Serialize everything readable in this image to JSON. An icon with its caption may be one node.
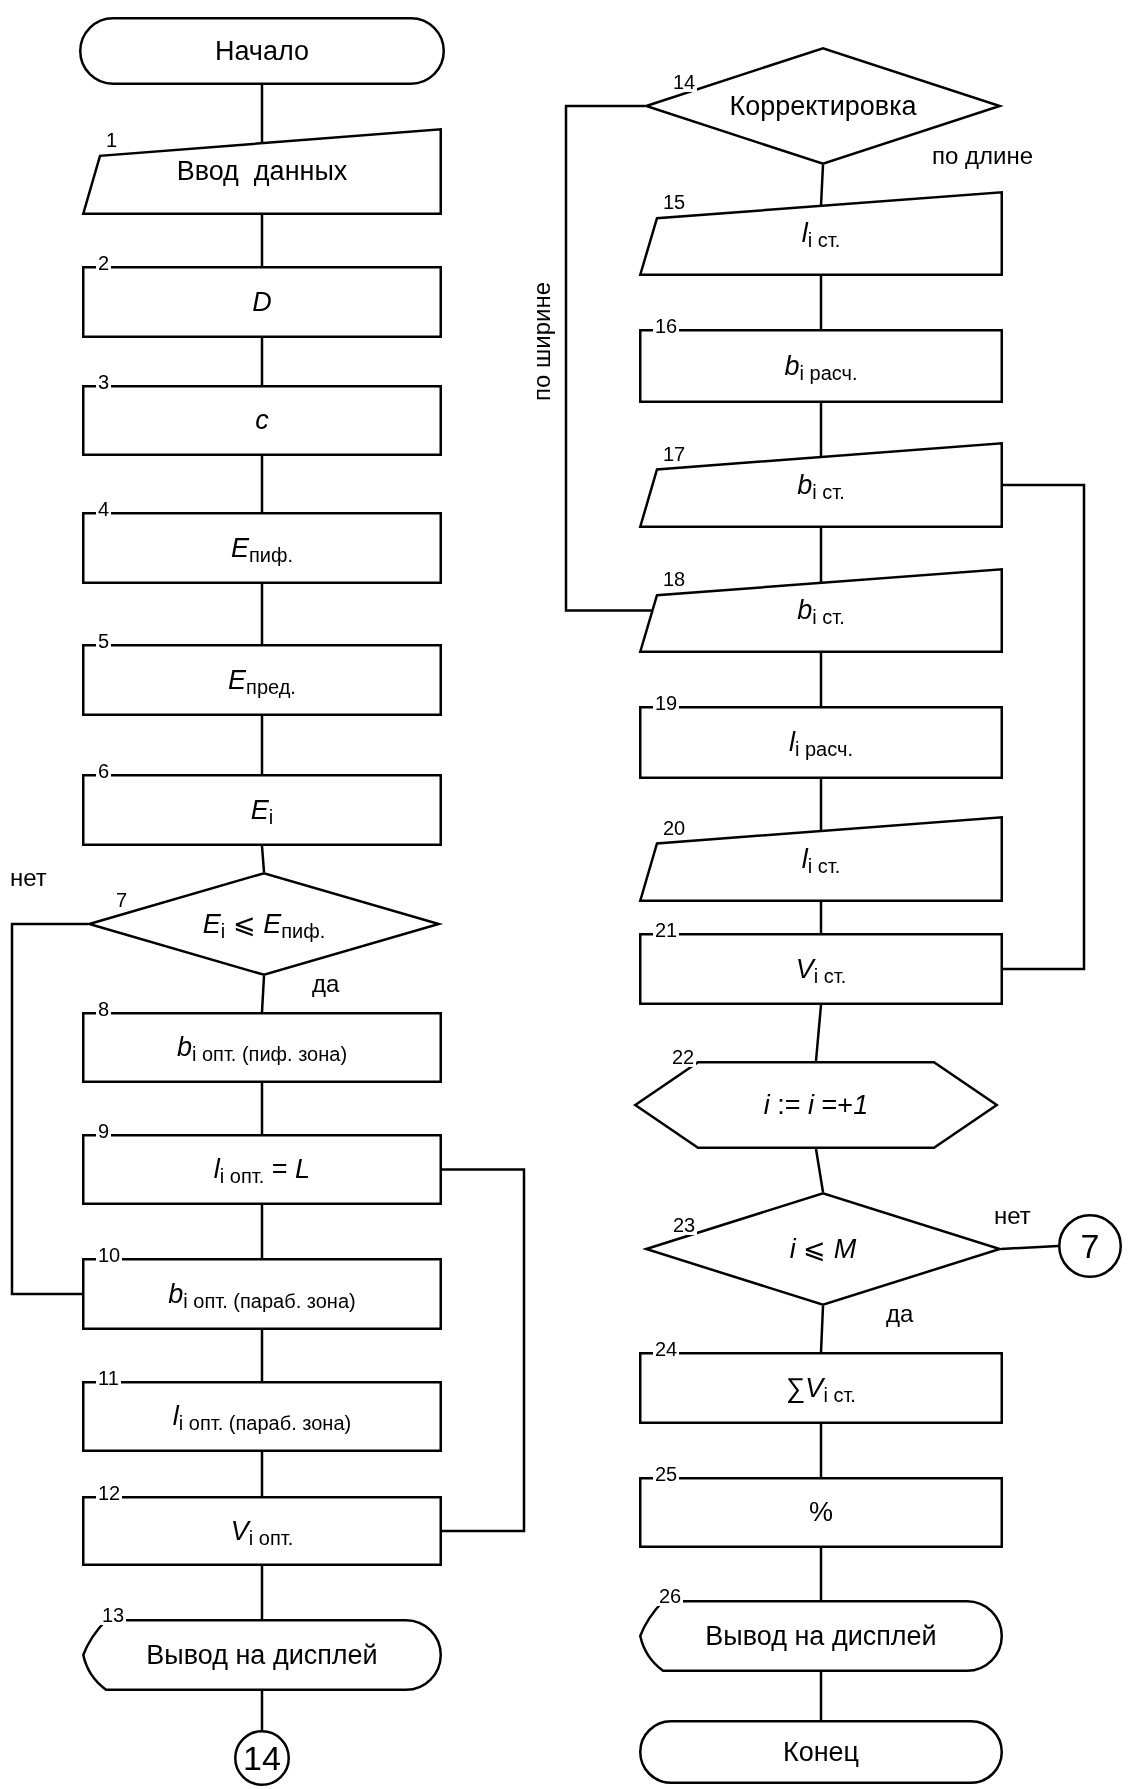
{
  "diagram": {
    "nodes": [
      {
        "text": [
          "Начало"
        ]
      },
      {
        "text": [
          "Ввод  данных"
        ],
        "beside": [
          "1"
        ]
      },
      {
        "text": [
          "*D*"
        ],
        "beside": [
          "2"
        ]
      },
      {
        "text": [
          "*c*"
        ],
        "beside": [
          "3"
        ]
      },
      {
        "text": [
          "*E*$_{пиф.}$"
        ],
        "beside": [
          "4"
        ]
      },
      {
        "text": [
          "*E*$_{пред.}$"
        ],
        "beside": [
          "5"
        ]
      },
      {
        "text": [
          "*E*$_{i}$"
        ],
        "beside": [
          "6"
        ]
      },
      {
        "text": [
          "*E*$_{i}$ ⩽ *E*$_{пиф.}$"
        ],
        "beside": [
          "7"
        ]
      },
      {
        "text": [
          "*b*$_{i опт. (пиф. зона)}$"
        ],
        "beside": [
          "8"
        ]
      },
      {
        "text": [
          "*l*$_{i опт.}$ = *L*"
        ],
        "beside": [
          "9"
        ]
      },
      {
        "text": [
          "*b*$_{i опт. (параб. зона)}$"
        ],
        "beside": [
          "10"
        ]
      },
      {
        "text": [
          "*l*$_{i опт. (параб. зона)}$"
        ],
        "beside": [
          "11"
        ]
      },
      {
        "text": [
          "*V*$_{i опт.}$"
        ],
        "beside": [
          "12"
        ]
      },
      {
        "text": [
          "Вывод на дисплей"
        ],
        "beside": [
          "13"
        ]
      },
      {
        "text": [
          "14"
        ]
      },
      {
        "text": [
          "Корректировка"
        ],
        "beside": [
          "14"
        ]
      },
      {
        "text": [
          "*l*$_{i ст.}$"
        ],
        "beside": [
          "15"
        ]
      },
      {
        "text": [
          "*b*$_{i расч.}$"
        ],
        "beside": [
          "16"
        ]
      },
      {
        "text": [
          "*b*$_{i ст.}$"
        ],
        "beside": [
          "17"
        ]
      },
      {
        "text": [
          "*b*$_{i ст.}$"
        ],
        "beside": [
          "18"
        ]
      },
      {
        "text": [
          "*l*$_{i расч.}$"
        ],
        "beside": [
          "19"
        ]
      },
      {
        "text": [
          "*l*$_{i ст.}$"
        ],
        "beside": [
          "20"
        ]
      },
      {
        "text": [
          "*V*$_{i ст.}$"
        ],
        "beside": [
          "21"
        ]
      },
      {
        "text": [
          "*i* := *i* =+*1*"
        ],
        "beside": [
          "22"
        ]
      },
      {
        "text": [
          "*i* ⩽ *M*"
        ],
        "beside": [
          "23"
        ]
      },
      {
        "text": [
          "7"
        ]
      },
      {
        "text": [
          "∑*V*$_{i ст.}$"
        ],
        "beside": [
          "24"
        ]
      },
      {
        "text": [
          "%"
        ],
        "beside": [
          "25"
        ]
      },
      {
        "text": [
          "Вывод на дисплей"
        ],
        "beside": [
          "26"
        ]
      },
      {
        "text": [
          "Конец"
        ]
      }
    ],
    "edges": [
      {
        "from": 0,
        "to": 1,
        "arrow": "none"
      },
      {
        "from": 1,
        "to": 2,
        "arrow": "none"
      },
      {
        "from": 2,
        "to": 3,
        "arrow": "none"
      },
      {
        "from": 3,
        "to": 4,
        "arrow": "none"
      },
      {
        "from": 4,
        "to": 5,
        "arrow": "none"
      },
      {
        "from": 5,
        "to": 6,
        "arrow": "none"
      },
      {
        "from": 6,
        "to": 7,
        "arrow": "none"
      },
      {
        "from": 7,
        "to": 8,
        "arrow": "none",
        "label": "да"
      },
      {
        "from": 7,
        "to": 10,
        "arrow": "none",
        "label": "нет"
      },
      {
        "from": 8,
        "to": 9,
        "arrow": "none"
      },
      {
        "from": 9,
        "to": 10,
        "arrow": "none"
      },
      {
        "from": 9,
        "to": 12,
        "arrow": "none"
      },
      {
        "from": 10,
        "to": 11,
        "arrow": "none"
      },
      {
        "from": 11,
        "to": 12,
        "arrow": "none"
      },
      {
        "from": 12,
        "to": 13,
        "arrow": "none"
      },
      {
        "from": 13,
        "to": 14,
        "arrow": "none"
      },
      {
        "from": 15,
        "to": 16,
        "arrow": "none",
        "label": "по длине"
      },
      {
        "from": 15,
        "to": 19,
        "arrow": "none",
        "label": "по ширине"
      },
      {
        "from": 16,
        "to": 17,
        "arrow": "none"
      },
      {
        "from": 17,
        "to": 18,
        "arrow": "none"
      },
      {
        "from": 18,
        "to": 19,
        "arrow": "none"
      },
      {
        "from": 18,
        "to": 22,
        "arrow": "none"
      },
      {
        "from": 19,
        "to": 20,
        "arrow": "none"
      },
      {
        "from": 20,
        "to": 21,
        "arrow": "none"
      },
      {
        "from": 21,
        "to": 22,
        "arrow": "none"
      },
      {
        "from": 22,
        "to": 23,
        "arrow": "none"
      },
      {
        "from": 23,
        "to": 24,
        "arrow": "none"
      },
      {
        "from": 24,
        "to": 25,
        "arrow": "none",
        "label": "нет"
      },
      {
        "from": 24,
        "to": 26,
        "arrow": "none",
        "label": "да"
      },
      {
        "from": 26,
        "to": 27,
        "arrow": "none"
      },
      {
        "from": 27,
        "to": 28,
        "arrow": "none"
      },
      {
        "from": 28,
        "to": 29,
        "arrow": "none"
      }
    ]
  }
}
